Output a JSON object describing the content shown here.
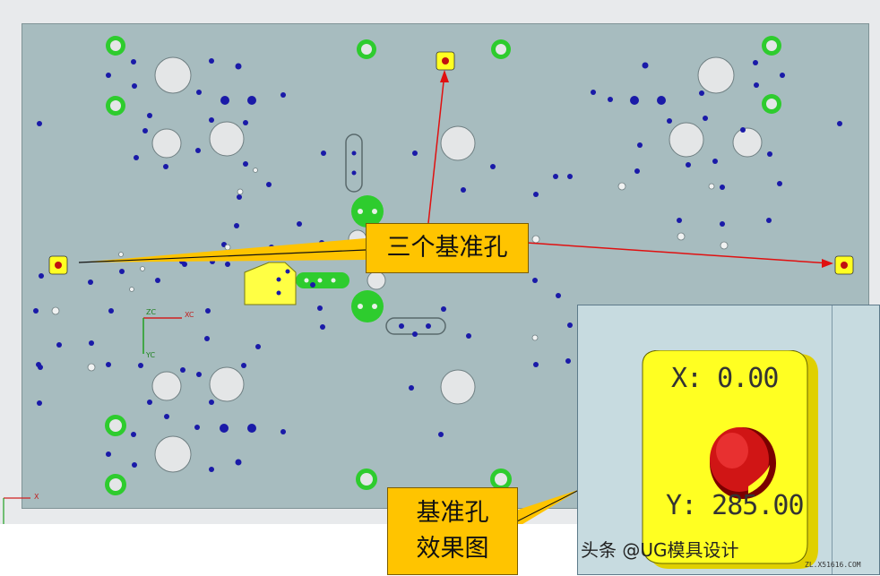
{
  "callouts": {
    "main": "三个基准孔",
    "effect_line1": "基准孔",
    "effect_line2": "效果图"
  },
  "zoom": {
    "x_readout": "X: 0.00",
    "y_readout": "Y: 285.00"
  },
  "axes": {
    "wcs_x": "XC",
    "wcs_y": "YC",
    "wcs_z": "ZC",
    "abs_x": "X"
  },
  "watermark": {
    "text": "头条 @UG模具设计",
    "site": "ZL.X51616.COM"
  },
  "colors": {
    "plate": "#a7bcbf",
    "blue_hole": "#1a1aa8",
    "green_ring": "#2ecc2e",
    "yellow": "#ffff22",
    "callout": "#ffc400",
    "arrow_red": "#e01010"
  }
}
